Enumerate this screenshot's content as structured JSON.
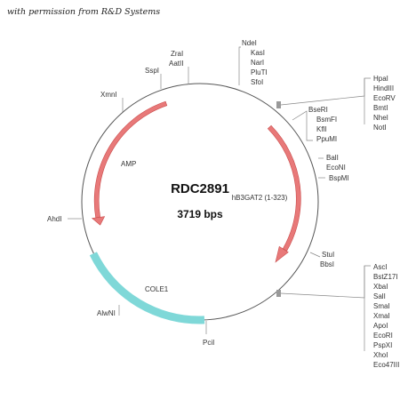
{
  "credit": "with permission from R&D Systems",
  "plasmid": {
    "name": "RDC2891",
    "size": "3719 bps"
  },
  "features": {
    "amp": "AMP",
    "insert": "hB3GAT2 (1-323)",
    "cole1": "COLE1"
  },
  "colors": {
    "arrow_fill": "#e87979",
    "arrow_stroke": "#c94b4b",
    "cole1": "#7fd8d8",
    "backbone": "#555555"
  },
  "sites": {
    "top_cluster": [
      "NdeI",
      "KasI",
      "NarI",
      "PluTI",
      "SfoI"
    ],
    "zral": "ZraI",
    "aatii": "AatII",
    "sspi": "SspI",
    "xmni": "XmnI",
    "ahdi": "AhdI",
    "alwni": "AlwNI",
    "pcii": "PciI",
    "right_upper_box": [
      "HpaI",
      "HindIII",
      "EcoRV",
      "BmtI",
      "NheI",
      "NotI"
    ],
    "right_mid": [
      "BseRI",
      "BsmFI",
      "KflI",
      "PpuMI"
    ],
    "bali": "BalI",
    "econi": "EcoNI",
    "bspmi": "BspMI",
    "stui": "StuI",
    "bbsi": "BbsI",
    "right_lower_box": [
      "AscI",
      "BstZ17I",
      "XbaI",
      "SalI",
      "SmaI",
      "XmaI",
      "ApoI",
      "EcoRI",
      "PspXI",
      "XhoI",
      "Eco47III"
    ]
  }
}
